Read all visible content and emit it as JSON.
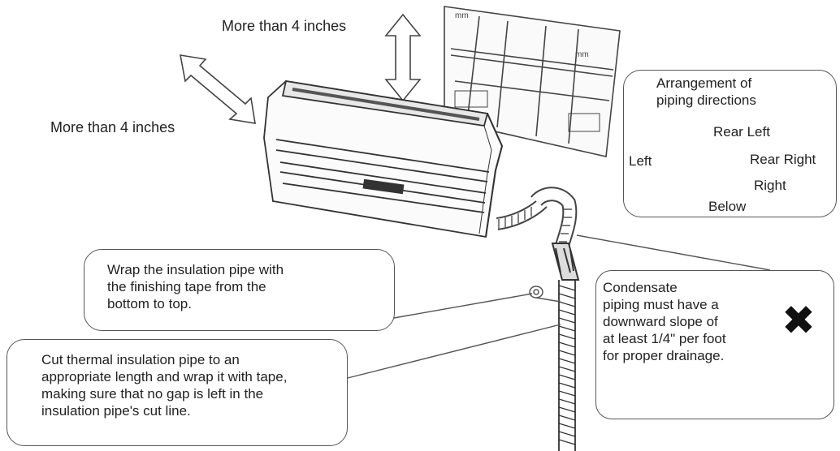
{
  "clearance": {
    "top": "More than 4 inches",
    "side": "More than 4 inches"
  },
  "piping_box": {
    "title_line1": "Arrangement of",
    "title_line2": "piping directions",
    "rear_left": "Rear Left",
    "left": "Left",
    "rear_right": "Rear Right",
    "right": "Right",
    "below": "Below"
  },
  "wrap_callout": {
    "line1": "Wrap the insulation pipe with",
    "line2": "the finishing tape from the",
    "line3": "bottom to top."
  },
  "cut_callout": {
    "line1": "Cut thermal insulation pipe to an",
    "line2": "appropriate length and wrap it with tape,",
    "line3": "making sure that no gap is left in the",
    "line4": "insulation pipe's cut line."
  },
  "condensate_callout": {
    "line1": "Condensate",
    "line2": "piping must have a",
    "line3": "downward slope of",
    "line4": "at least 1/4\" per foot",
    "line5": "for proper drainage."
  },
  "icons": {
    "wrong_mark": "x-mark-icon"
  }
}
